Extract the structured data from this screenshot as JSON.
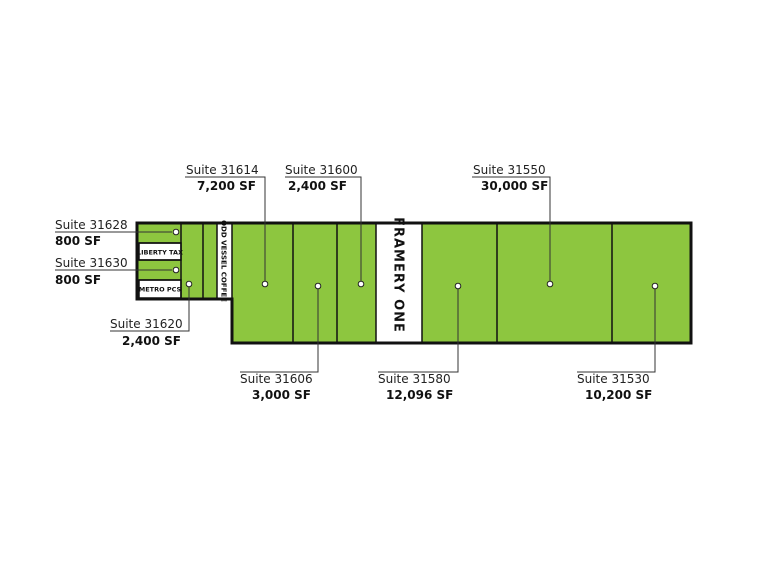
{
  "colors": {
    "available": "#8dc63f",
    "occupied": "#ffffff",
    "outline": "#111111"
  },
  "suites": {
    "s31628": {
      "name": "Suite 31628",
      "size": "800 SF"
    },
    "s31630": {
      "name": "Suite 31630",
      "size": "800 SF"
    },
    "s31620": {
      "name": "Suite 31620",
      "size": "2,400 SF"
    },
    "s31614": {
      "name": "Suite 31614",
      "size": "7,200 SF"
    },
    "s31600": {
      "name": "Suite 31600",
      "size": "2,400 SF"
    },
    "s31606": {
      "name": "Suite 31606",
      "size": "3,000 SF"
    },
    "s31580": {
      "name": "Suite 31580",
      "size": "12,096 SF"
    },
    "s31550": {
      "name": "Suite 31550",
      "size": "30,000 SF"
    },
    "s31530": {
      "name": "Suite 31530",
      "size": "10,200 SF"
    }
  },
  "tenants": {
    "liberty_tax": "LIBERTY TAX",
    "metro_pcs": "METRO PCS",
    "odd_vessel": "ODD VESSEL COFFEE",
    "framery": "FRAMERY ONE"
  }
}
